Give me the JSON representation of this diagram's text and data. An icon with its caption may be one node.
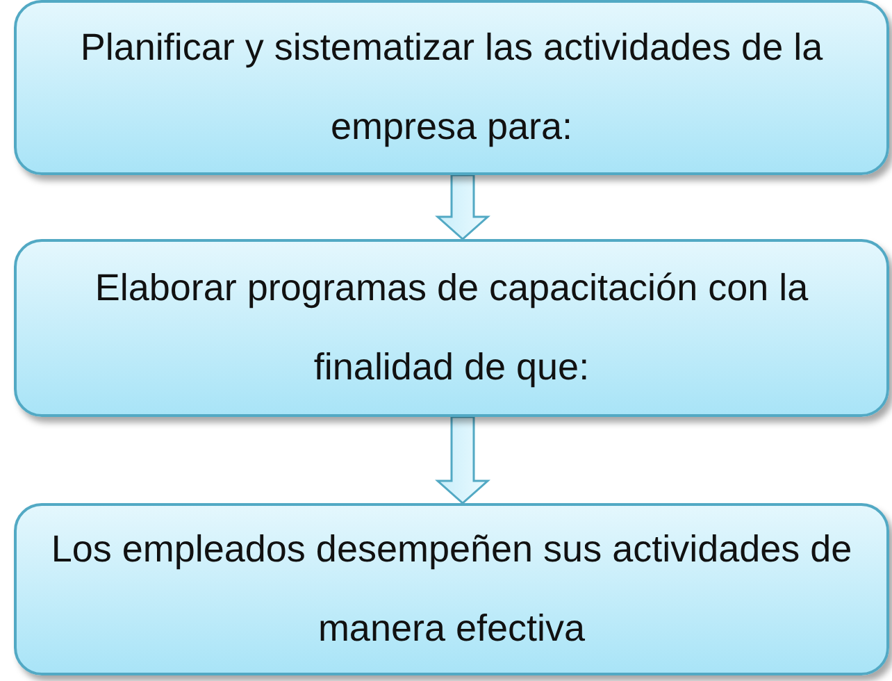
{
  "diagram": {
    "nodes": [
      {
        "text": [
          "Planificar y sistematizar las actividades de la empresa para:"
        ]
      },
      {
        "text": [
          "Elaborar programas de capacitación con la finalidad de que:"
        ]
      },
      {
        "text": [
          "Los empleados desempeñen sus actividades de manera efectiva"
        ]
      }
    ],
    "edges": [
      {
        "from": 0,
        "to": 1,
        "arrow": "to"
      },
      {
        "from": 1,
        "to": 2,
        "arrow": "to"
      }
    ]
  }
}
